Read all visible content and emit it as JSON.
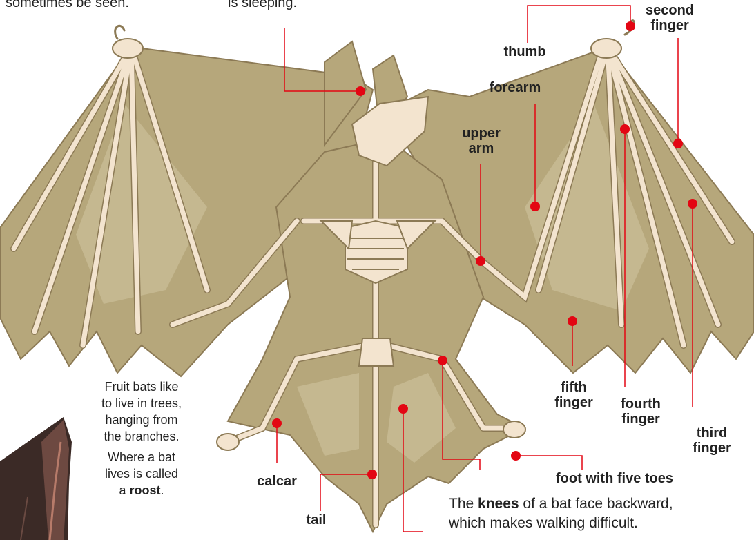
{
  "top_fragments": {
    "left": "sometimes be seen.",
    "middle": "is sleeping."
  },
  "labels": {
    "thumb": "thumb",
    "second_finger": [
      "second",
      "finger"
    ],
    "forearm": "forearm",
    "upper_arm": [
      "upper",
      "arm"
    ],
    "fifth_finger": [
      "fifth",
      "finger"
    ],
    "fourth_finger": [
      "fourth",
      "finger"
    ],
    "third_finger": [
      "third",
      "finger"
    ],
    "foot": "foot with five toes",
    "calcar": "calcar",
    "tail": "tail"
  },
  "roost_text": {
    "line1": "Fruit bats like",
    "line2": "to live in trees,",
    "line3": "hanging from",
    "line4": "the branches.",
    "line5": "Where a bat",
    "line6": "lives is called",
    "line7_pre": "a ",
    "line7_bold": "roost",
    "line7_post": "."
  },
  "knees_text": {
    "pre": "The ",
    "bold": "knees",
    "post": " of a bat face backward,",
    "line2": "which makes walking difficult."
  },
  "colors": {
    "membrane": "#b6a77b",
    "membrane_light": "#d2c6a2",
    "bone": "#f3e4cf",
    "bone_stroke": "#8c7a55",
    "pointer": "#e30613",
    "bat_dark": "#3b2a26"
  }
}
